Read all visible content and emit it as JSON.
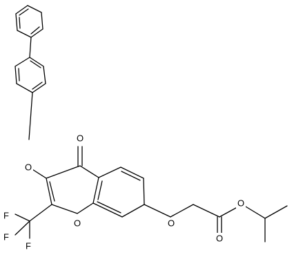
{
  "atoms": {
    "carbonyl_oxygen": "O",
    "phenoxy_oxygen": "O",
    "ring_oxygen": "O",
    "ether_oxygen": "O",
    "ester_oxygen": "O",
    "ester_carbonyl_oxygen": "O",
    "fluorine_1": "F",
    "fluorine_2": "F",
    "fluorine_3": "F"
  }
}
